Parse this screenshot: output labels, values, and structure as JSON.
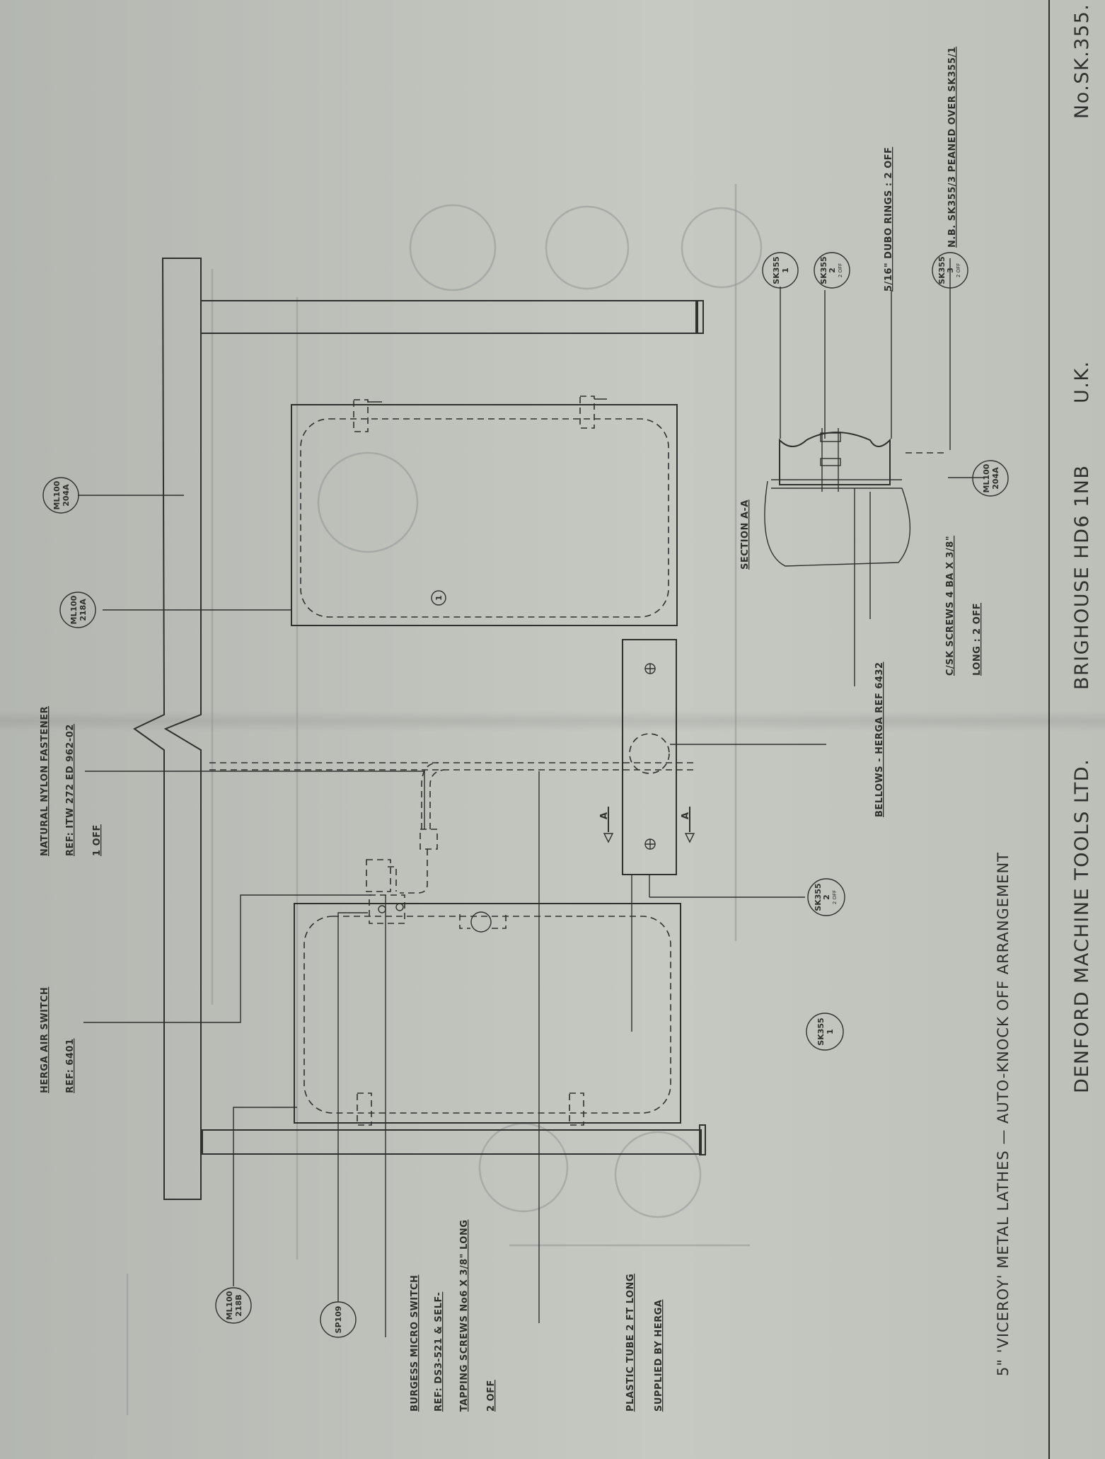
{
  "notes": {
    "herga_air_switch": [
      "HERGA AIR SWITCH",
      "REF: 6401"
    ],
    "nylon_fastener": [
      "NATURAL NYLON FASTENER",
      "REF: ITW 272 ED 962-02",
      "1 OFF"
    ],
    "micro_switch": [
      "BURGESS MICRO SWITCH",
      "REF: DS3-521 & SELF-",
      "TAPPING SCREWS No6 X 3/8\" LONG",
      "2 OFF"
    ],
    "plastic_tube": [
      "PLASTIC TUBE 2 FT LONG",
      "SUPPLIED BY HERGA"
    ],
    "bellows": "BELLOWS - HERGA REF 6432",
    "csk_screws": [
      "C/SK SCREWS 4 BA X 3/8\"",
      "LONG : 2 OFF"
    ],
    "dubo_rings": "5/16\" DUBO RINGS : 2 OFF",
    "nb_note": "N.B. SK355/3 PEANED OVER SK355/1",
    "section_label": "SECTION A-A",
    "section_marker": "A"
  },
  "balloons": {
    "ml100_204a": [
      "ML100",
      "204A"
    ],
    "ml100_218a": [
      "ML100",
      "218A"
    ],
    "ml100_218b": [
      "ML100",
      "218B"
    ],
    "sp109": [
      "SP109"
    ],
    "sk355_1": [
      "SK355",
      "1"
    ],
    "sk355_2": [
      "SK355",
      "2",
      "2 OFF"
    ],
    "sk355_3": [
      "SK355",
      "3",
      "2 OFF"
    ],
    "item_1": "1"
  },
  "title_block": {
    "drawing_title": "5\" 'VICEROY' METAL LATHES — AUTO-KNOCK OFF ARRANGEMENT",
    "company": "DENFORD MACHINE TOOLS LTD.",
    "address": "BRIGHOUSE HD6 1NB",
    "country": "U.K.",
    "drawing_no": "No.SK.355."
  },
  "colors": {
    "paper": "#c2c4be",
    "ink": "#2f312e",
    "show_through": "#8f9896"
  }
}
